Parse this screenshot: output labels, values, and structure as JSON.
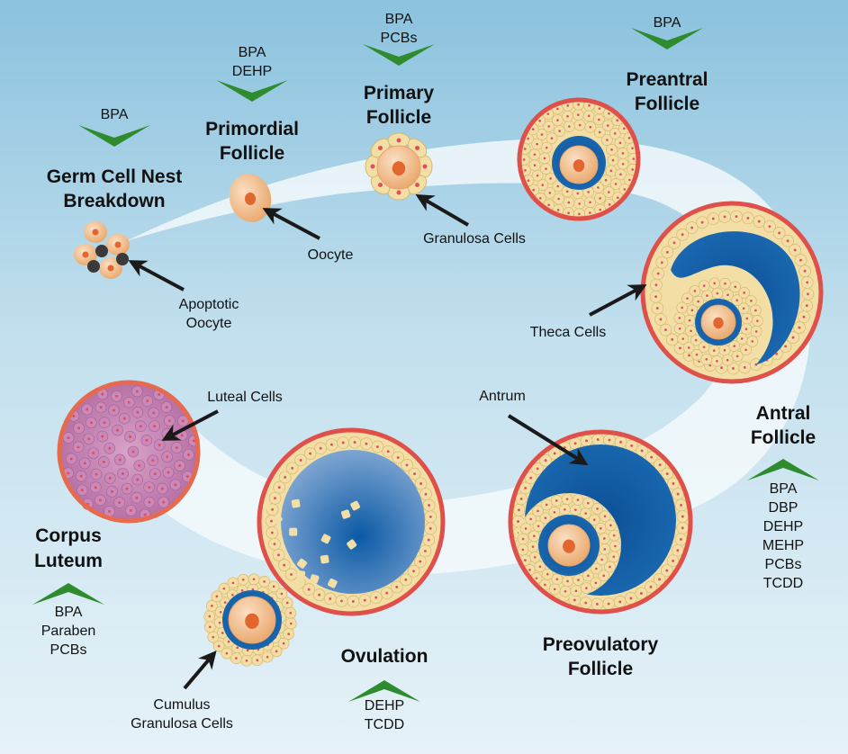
{
  "stages": {
    "germ_cell_nest": {
      "title": [
        "Germ Cell Nest",
        "Breakdown"
      ],
      "chemicals": [
        "BPA"
      ]
    },
    "primordial": {
      "title": [
        "Primordial",
        "Follicle"
      ],
      "chemicals": [
        "BPA",
        "DEHP"
      ]
    },
    "primary": {
      "title": [
        "Primary",
        "Follicle"
      ],
      "chemicals": [
        "BPA",
        "PCBs"
      ]
    },
    "preantral": {
      "title": [
        "Preantral",
        "Follicle"
      ],
      "chemicals": [
        "BPA"
      ]
    },
    "antral": {
      "title": [
        "Antral",
        "Follicle"
      ],
      "chemicals": [
        "BPA",
        "DBP",
        "DEHP",
        "MEHP",
        "PCBs",
        "TCDD"
      ]
    },
    "preovulatory": {
      "title": [
        "Preovulatory",
        "Follicle"
      ]
    },
    "ovulation": {
      "title": [
        "Ovulation"
      ],
      "chemicals": [
        "DEHP",
        "TCDD"
      ]
    },
    "corpus_luteum": {
      "title": [
        "Corpus",
        "Luteum"
      ],
      "chemicals": [
        "BPA",
        "Paraben",
        "PCBs"
      ]
    }
  },
  "annotations": {
    "apoptotic_oocyte": [
      "Apoptotic",
      "Oocyte"
    ],
    "oocyte": "Oocyte",
    "granulosa_cells": "Granulosa Cells",
    "theca_cells": "Theca Cells",
    "antrum": "Antrum",
    "luteal_cells": "Luteal Cells",
    "cumulus_granulosa_cells": [
      "Cumulus",
      "Granulosa Cells"
    ]
  },
  "colors": {
    "background_top": "#8bc2de",
    "background_bottom": "#e6f2f8",
    "chevron_green": "#2e8b2e",
    "antrum_blue": "#0f5aa0",
    "theca_red": "#e0504a",
    "granulosa_beige": "#f3dfa6",
    "oocyte_orange": "#efb27a",
    "luteal_pink": "#c77fb0"
  }
}
